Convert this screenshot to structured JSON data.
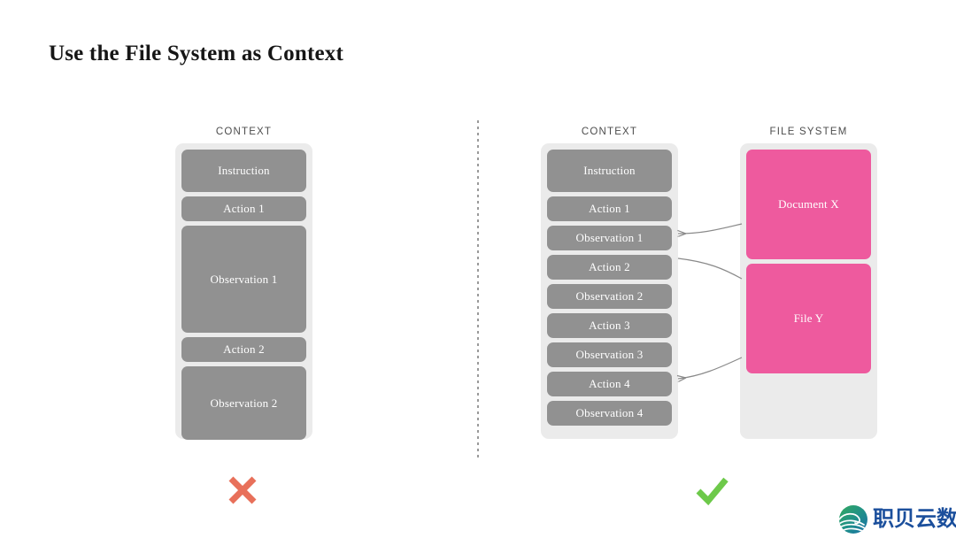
{
  "slide": {
    "title": "Use the File System as Context"
  },
  "left_panel": {
    "label": "CONTEXT",
    "blocks": [
      {
        "text": "Instruction",
        "height": 48,
        "color": "#919191"
      },
      {
        "text": "Action 1",
        "height": 28,
        "color": "#919191"
      },
      {
        "text": "Observation 1",
        "height": 121,
        "color": "#919191"
      },
      {
        "text": "Action 2",
        "height": 28,
        "color": "#919191"
      },
      {
        "text": "Observation 2",
        "height": 83,
        "color": "#919191"
      }
    ],
    "verdict": {
      "icon": "cross-icon",
      "symbol": "✕",
      "color": "#e8705a"
    }
  },
  "right_panel": {
    "label": "CONTEXT",
    "blocks": [
      {
        "text": "Instruction",
        "height": 48,
        "color": "#919191"
      },
      {
        "text": "Action 1",
        "height": 28,
        "color": "#919191"
      },
      {
        "text": "Observation 1",
        "height": 28,
        "color": "#919191"
      },
      {
        "text": "Action 2",
        "height": 28,
        "color": "#919191"
      },
      {
        "text": "Observation 2",
        "height": 28,
        "color": "#919191"
      },
      {
        "text": "Action 3",
        "height": 28,
        "color": "#919191"
      },
      {
        "text": "Observation 3",
        "height": 28,
        "color": "#919191"
      },
      {
        "text": "Action 4",
        "height": 28,
        "color": "#919191"
      },
      {
        "text": "Observation 4",
        "height": 28,
        "color": "#919191"
      }
    ],
    "verdict": {
      "icon": "check-icon",
      "symbol": "✓",
      "color": "#6dc94a"
    }
  },
  "file_system_panel": {
    "label": "FILE SYSTEM",
    "blocks": [
      {
        "text": "Document X",
        "height": 124,
        "color": "#ee5a9e"
      },
      {
        "text": "File Y",
        "height": 124,
        "color": "#ee5a9e"
      }
    ]
  },
  "connectors": [
    {
      "name": "document-x-to-observation-1",
      "from": "Document X",
      "to": "Observation 1",
      "direction": "left"
    },
    {
      "name": "action-2-to-file-y",
      "from": "Action 2",
      "to": "File Y",
      "direction": "right"
    },
    {
      "name": "file-y-to-action-4",
      "from": "File Y",
      "to": "Action 4",
      "direction": "left"
    }
  ],
  "logo": {
    "text": "职贝云数",
    "mark_colors": [
      "#2e9b5e",
      "#1f7fb5"
    ],
    "text_color": "#1b4f9c"
  },
  "palette": {
    "background": "#ffffff",
    "stack_container": "#ebebeb",
    "block_gray": "#919191",
    "block_pink": "#ee5a9e",
    "title": "#161616",
    "label": "#4d4d4d",
    "connector": "#8a8a8a",
    "cross": "#e8705a",
    "check": "#6dc94a"
  }
}
